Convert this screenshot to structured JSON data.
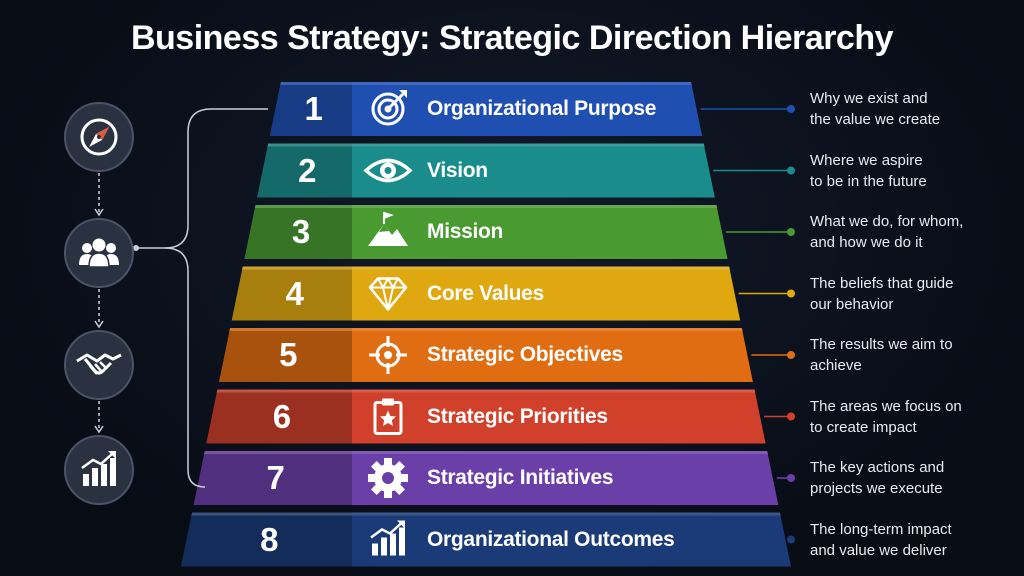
{
  "title": "Business Strategy: Strategic Direction Hierarchy",
  "side_icons": [
    "compass-icon",
    "people-icon",
    "handshake-icon",
    "growth-chart-icon"
  ],
  "tiers": [
    {
      "number": "1",
      "label": "Organizational Purpose",
      "icon": "target-icon",
      "color": "#1f4fb0",
      "description": [
        "Why we exist and",
        "the value we create"
      ]
    },
    {
      "number": "2",
      "label": "Vision",
      "icon": "eye-icon",
      "color": "#1a8c8c",
      "description": [
        "Where we aspire",
        "to be in the future"
      ]
    },
    {
      "number": "3",
      "label": "Mission",
      "icon": "mountain-flag-icon",
      "color": "#4a9a32",
      "description": [
        "What we do, for whom,",
        "and how we do it"
      ]
    },
    {
      "number": "4",
      "label": "Core Values",
      "icon": "diamond-icon",
      "color": "#e0a810",
      "description": [
        "The beliefs that guide",
        "our behavior"
      ]
    },
    {
      "number": "5",
      "label": "Strategic Objectives",
      "icon": "crosshair-icon",
      "color": "#e06d12",
      "description": [
        "The results we aim to",
        "achieve"
      ]
    },
    {
      "number": "6",
      "label": "Strategic Priorities",
      "icon": "clipboard-star-icon",
      "color": "#d0402a",
      "description": [
        "The areas we focus on",
        "to create impact"
      ]
    },
    {
      "number": "7",
      "label": "Strategic Initiatives",
      "icon": "gear-icon",
      "color": "#6b3fa8",
      "description": [
        "The key actions and",
        "projects we execute"
      ]
    },
    {
      "number": "8",
      "label": "Organizational Outcomes",
      "icon": "growth-chart-icon",
      "color": "#1b3a78",
      "description": [
        "The long-term impact",
        "and value we deliver"
      ]
    }
  ]
}
